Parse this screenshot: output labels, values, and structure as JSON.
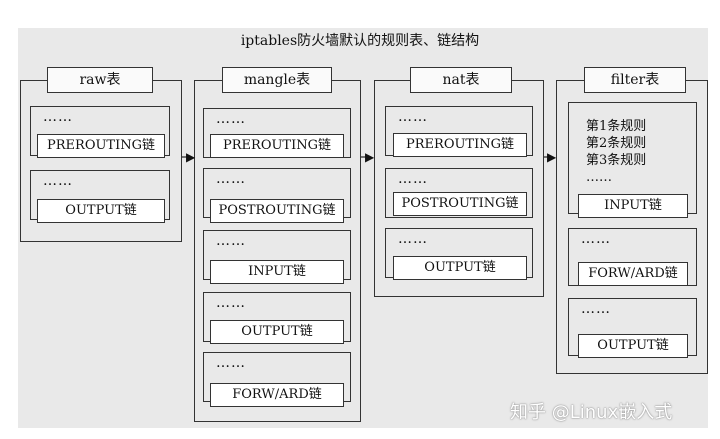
{
  "title": "iptables防火墙默认的规则表、链结构",
  "dots": "……",
  "tables": [
    {
      "name": "raw表",
      "chains": [
        "PREROUTING链",
        "OUTPUT链"
      ]
    },
    {
      "name": "mangle表",
      "chains": [
        "PREROUTING链",
        "POSTROUTING链",
        "INPUT链",
        "OUTPUT链",
        "FORW/ARD链"
      ]
    },
    {
      "name": "nat表",
      "chains": [
        "PREROUTING链",
        "POSTROUTING链",
        "OUTPUT链"
      ]
    },
    {
      "name": "filter表",
      "chains": [
        "INPUT链",
        "FORW/ARD链",
        "OUTPUT链"
      ]
    }
  ],
  "filter_rules": [
    "第1条规则",
    "第2条规则",
    "第3条规则"
  ],
  "arrow": "▶",
  "watermark": "知乎 @Linux嵌入式"
}
